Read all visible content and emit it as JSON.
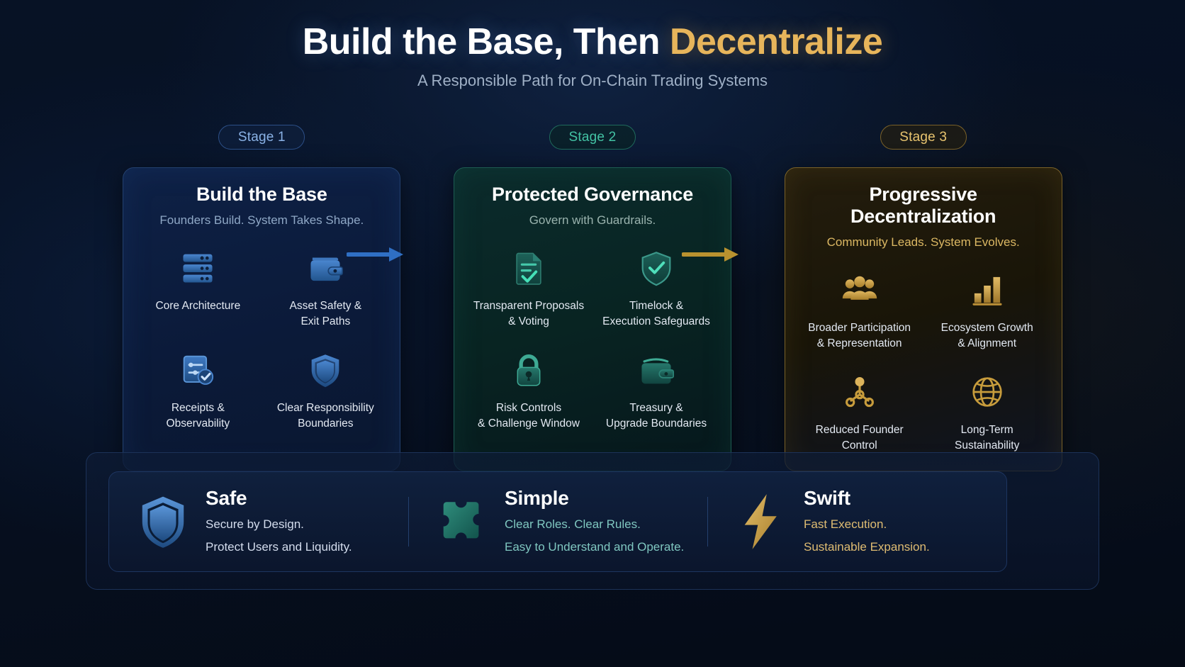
{
  "header": {
    "title_main": "Build the Base, Then ",
    "title_accent": "Decentralize",
    "subtitle": "A Responsible Path for On-Chain Trading Systems"
  },
  "colors": {
    "blue_accent": "#8ab2e6",
    "teal_accent": "#43c3a4",
    "gold_accent": "#e8c46f",
    "background": "#060c18"
  },
  "stages": [
    {
      "badge": "Stage 1",
      "title": "Build the Base",
      "subtitle": "Founders Build. System Takes Shape.",
      "features": [
        {
          "icon": "server-rack-icon",
          "label": "Core Architecture"
        },
        {
          "icon": "wallet-icon",
          "label": "Asset Safety &\nExit Paths"
        },
        {
          "icon": "clipboard-check-icon",
          "label": "Receipts &\nObservability"
        },
        {
          "icon": "shield-icon",
          "label": "Clear Responsibility\nBoundaries"
        }
      ]
    },
    {
      "badge": "Stage 2",
      "title": "Protected Governance",
      "subtitle": "Govern with Guardrails.",
      "features": [
        {
          "icon": "document-check-icon",
          "label": "Transparent Proposals\n& Voting"
        },
        {
          "icon": "shield-check-icon",
          "label": "Timelock &\nExecution Safeguards"
        },
        {
          "icon": "padlock-icon",
          "label": "Risk Controls\n& Challenge Window"
        },
        {
          "icon": "wallet-icon",
          "label": "Treasury &\nUpgrade Boundaries"
        }
      ]
    },
    {
      "badge": "Stage 3",
      "title": "Progressive Decentralization",
      "subtitle": "Community Leads. System Evolves.",
      "features": [
        {
          "icon": "people-group-icon",
          "label": "Broader Participation\n& Representation"
        },
        {
          "icon": "bar-chart-icon",
          "label": "Ecosystem Growth\n& Alignment"
        },
        {
          "icon": "network-nodes-icon",
          "label": "Reduced Founder\nControl"
        },
        {
          "icon": "globe-icon",
          "label": "Long-Term\nSustainability"
        }
      ]
    }
  ],
  "arrows": [
    {
      "name": "arrow-stage1-to-stage2",
      "color": "#2f6fc4"
    },
    {
      "name": "arrow-stage2-to-stage3",
      "color": "#b9922f"
    }
  ],
  "pillars": [
    {
      "icon": "shield-icon",
      "title": "Safe",
      "line1": "Secure by Design.",
      "line2": "Protect Users and Liquidity."
    },
    {
      "icon": "puzzle-piece-icon",
      "title": "Simple",
      "line1": "Clear Roles. Clear Rules.",
      "line2": "Easy to Understand and Operate."
    },
    {
      "icon": "lightning-bolt-icon",
      "title": "Swift",
      "line1": "Fast Execution.",
      "line2": "Sustainable Expansion."
    }
  ]
}
